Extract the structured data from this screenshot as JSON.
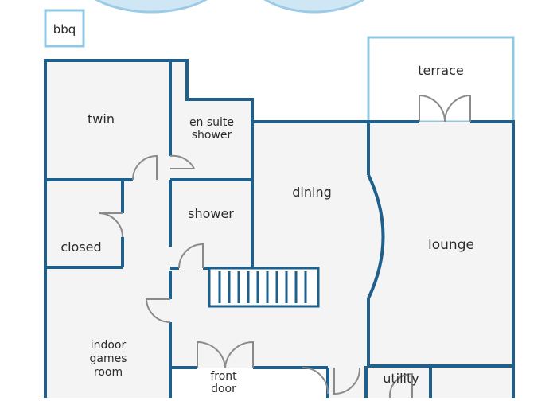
{
  "colors": {
    "wall": "#1f5f8b",
    "outdoor_wall": "#8fc8e4",
    "floor": "#f4f4f4",
    "door": "#8a8a8a",
    "pool": "#cfe7f5",
    "background": "#ffffff"
  },
  "labels": {
    "bbq": "bbq",
    "terrace": "terrace",
    "twin": "twin",
    "en_suite_1": "en suite",
    "en_suite_2": "shower",
    "dining": "dining",
    "lounge": "lounge",
    "shower": "shower",
    "closed": "closed",
    "games_1": "indoor",
    "games_2": "games",
    "games_3": "room",
    "front_door_1": "front",
    "front_door_2": "door",
    "utility": "utility"
  }
}
